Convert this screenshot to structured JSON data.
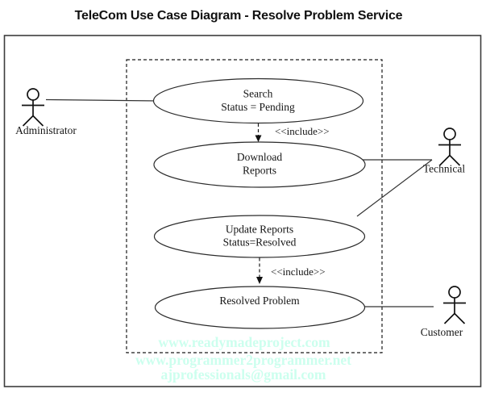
{
  "title": "TeleCom Use Case Diagram - Resolve Problem Service",
  "diagram": {
    "type": "uml-use-case-diagram",
    "include_label": "<<include>>",
    "actors": [
      {
        "id": "administrator",
        "label": "Administrator"
      },
      {
        "id": "technical",
        "label": "Technical"
      },
      {
        "id": "customer",
        "label": "Customer"
      }
    ],
    "use_cases": [
      {
        "id": "search",
        "lines": [
          "Search",
          "Status = Pending"
        ]
      },
      {
        "id": "download-reports",
        "lines": [
          "Download",
          "Reports"
        ]
      },
      {
        "id": "update-reports",
        "lines": [
          "Update Reports",
          "Status=Resolved"
        ]
      },
      {
        "id": "resolved-problem",
        "lines": [
          "Resolved Problem"
        ]
      }
    ],
    "relationships": [
      {
        "from": "administrator",
        "to": "search",
        "type": "association"
      },
      {
        "from": "search",
        "to": "download-reports",
        "type": "include"
      },
      {
        "from": "technical",
        "to": "download-reports",
        "type": "association"
      },
      {
        "from": "technical",
        "to": "update-reports",
        "type": "association"
      },
      {
        "from": "update-reports",
        "to": "resolved-problem",
        "type": "include"
      },
      {
        "from": "customer",
        "to": "resolved-problem",
        "type": "association"
      }
    ]
  },
  "watermark": {
    "color": "#CCFFEE",
    "lines": [
      "www.readymadeproject.com",
      "www.programmer2programmer.net",
      "ajprofessionals@gmail.com"
    ]
  }
}
